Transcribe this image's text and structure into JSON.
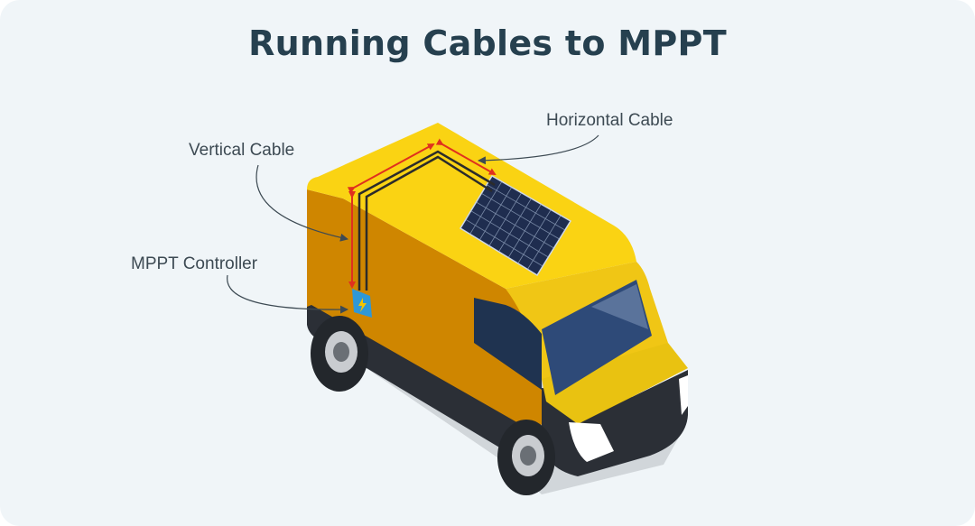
{
  "title": "Running Cables to MPPT",
  "labels": {
    "horizontal_cable": "Horizontal Cable",
    "vertical_cable": "Vertical Cable",
    "mppt_controller": "MPPT Controller"
  },
  "colors": {
    "background": "#f0f5f8",
    "title": "#26404f",
    "van_body_side": "#cf8600",
    "van_body_top": "#fad313",
    "cable": "#2b2b2b",
    "measure_arrow": "#e0301e",
    "solar_panel": "#1f2d4f",
    "mppt_box": "#2f98d6"
  },
  "icons": {
    "mppt": "lightning-bolt-icon",
    "solar": "solar-panel-icon"
  }
}
